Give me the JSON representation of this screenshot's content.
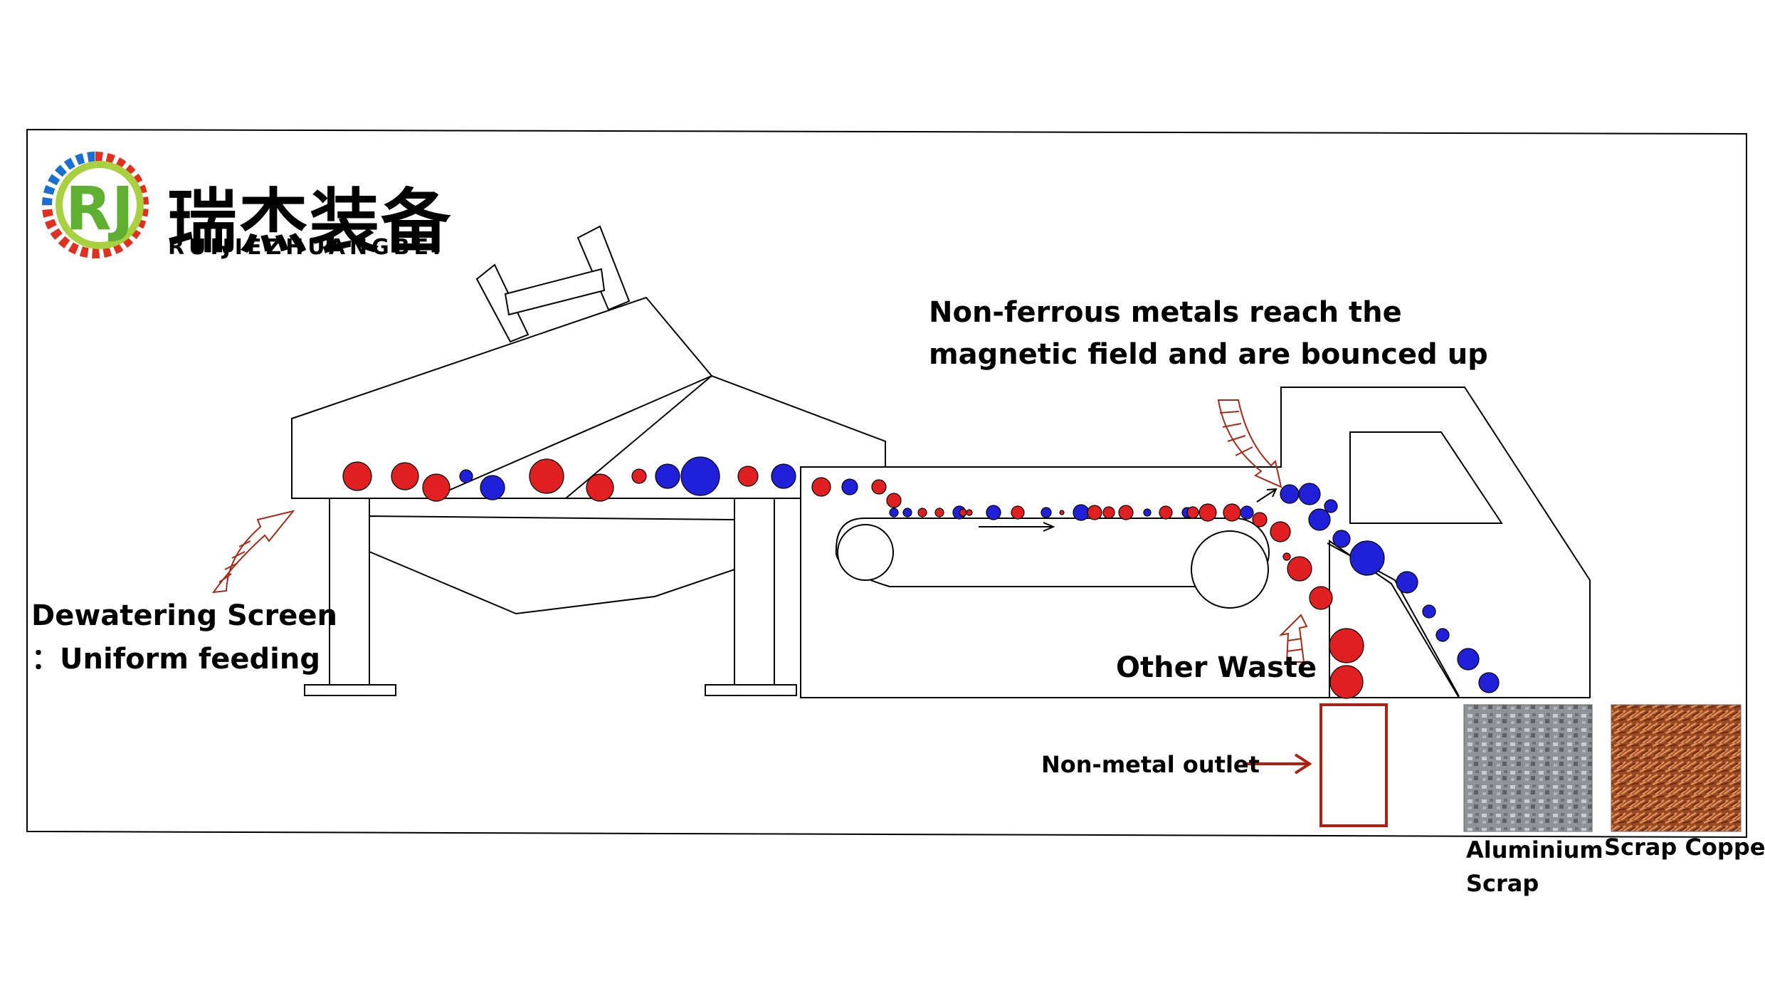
{
  "logo": {
    "chinese_name": "瑞杰装备",
    "latin_name": "RUIJIEZHUANGBEI",
    "monogram": "RJ",
    "icon": "gear-logo-icon"
  },
  "annotations": {
    "magnetic_field": "Non-ferrous metals reach the magnetic field and are bounced up",
    "dewatering": "Dewatering Screen ：Uniform feeding",
    "other_waste": "Other Waste",
    "non_metal_outlet": "Non-metal outlet"
  },
  "samples": [
    {
      "caption": "Aluminium Scrap",
      "icon": "aluminium-scrap-photo"
    },
    {
      "caption": "Scrap Copper",
      "icon": "scrap-copper-photo"
    }
  ],
  "colors": {
    "non_metal_particle": "#e02020",
    "non_ferrous_particle": "#2020d8",
    "arrow": "#a52a1a",
    "outline": "#000000",
    "logo_green": "#5fb030",
    "logo_blue": "#1a6fd0",
    "logo_red": "#e03020"
  }
}
